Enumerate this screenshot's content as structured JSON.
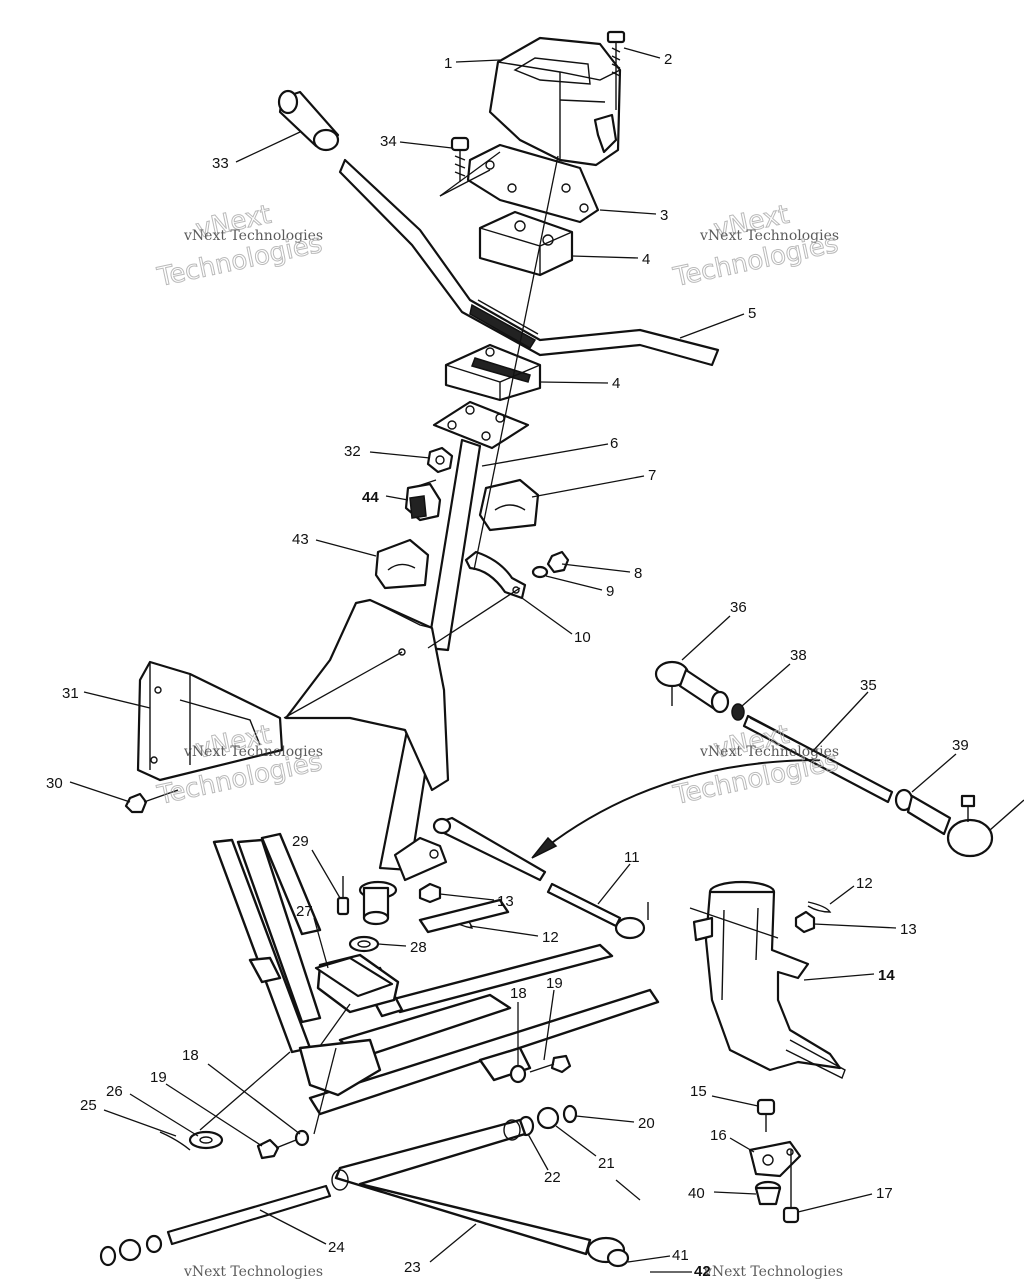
{
  "watermark": {
    "line1": "vNext Technologies",
    "line2": "vNext",
    "line3": "Technologies"
  },
  "callouts": {
    "c1": "1",
    "c2": "2",
    "c3": "3",
    "c4a": "4",
    "c4b": "4",
    "c5": "5",
    "c6": "6",
    "c7": "7",
    "c8": "8",
    "c9": "9",
    "c10": "10",
    "c11": "11",
    "c12a": "12",
    "c12b": "12",
    "c13a": "13",
    "c13b": "13",
    "c14": "14",
    "c15": "15",
    "c16": "16",
    "c17": "17",
    "c18a": "18",
    "c18b": "18",
    "c19a": "19",
    "c19b": "19",
    "c20": "20",
    "c21": "21",
    "c22": "22",
    "c23": "23",
    "c24": "24",
    "c25": "25",
    "c26": "26",
    "c27": "27",
    "c28": "28",
    "c29": "29",
    "c30": "30",
    "c31": "31",
    "c32": "32",
    "c33": "33",
    "c34": "34",
    "c35": "35",
    "c36": "36",
    "c38": "38",
    "c39": "39",
    "c40": "40",
    "c41": "41",
    "c42": "42",
    "c43": "43",
    "c44": "44"
  }
}
